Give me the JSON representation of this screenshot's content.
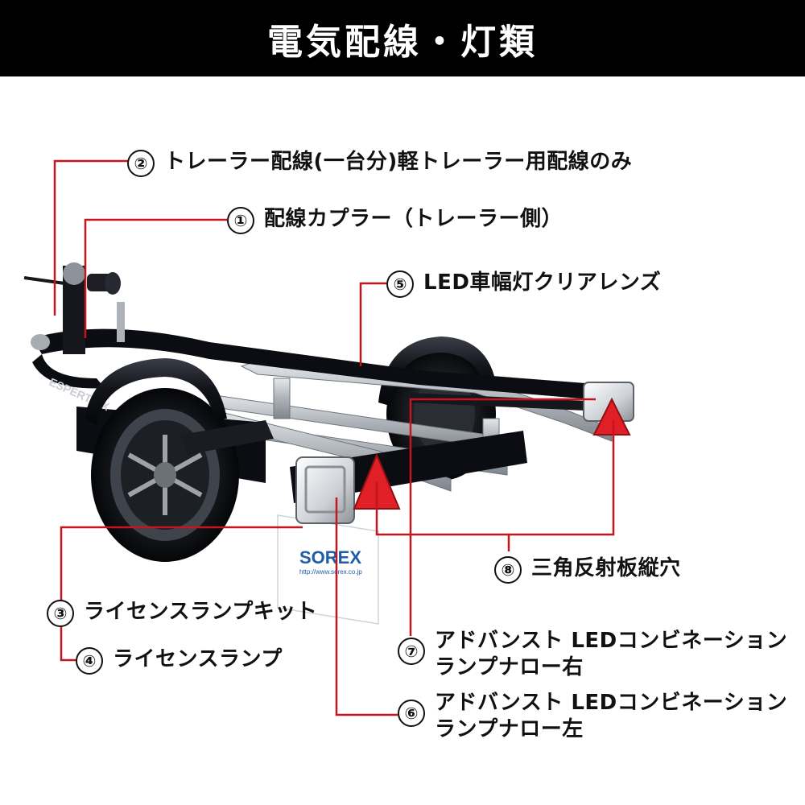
{
  "header": {
    "title": "電気配線・灯類"
  },
  "colors": {
    "leader": "#c4161c",
    "header_bg": "#000000",
    "frame": "#0b0d12",
    "galvanized": "#b9bec4",
    "reflector": "#e01f26"
  },
  "plate": {
    "brand": "SOREX",
    "url": "http://www.sorex.co.jp"
  },
  "frame_badge": "ESPERTO X",
  "callouts": [
    {
      "num": "①",
      "text": "配線カプラー（トレーラー側）"
    },
    {
      "num": "②",
      "text": "トレーラー配線(一台分)軽トレーラー用配線のみ"
    },
    {
      "num": "③",
      "text": "ライセンスランプキット"
    },
    {
      "num": "④",
      "text": "ライセンスランプ"
    },
    {
      "num": "⑤",
      "text": "LED車幅灯クリアレンズ"
    },
    {
      "num": "⑥",
      "text": "アドバンスト LEDコンビネーション",
      "text2": "ランプナロー左"
    },
    {
      "num": "⑦",
      "text": "アドバンスト LEDコンビネーション",
      "text2": "ランプナロー右"
    },
    {
      "num": "⑧",
      "text": "三角反射板縦穴"
    }
  ]
}
